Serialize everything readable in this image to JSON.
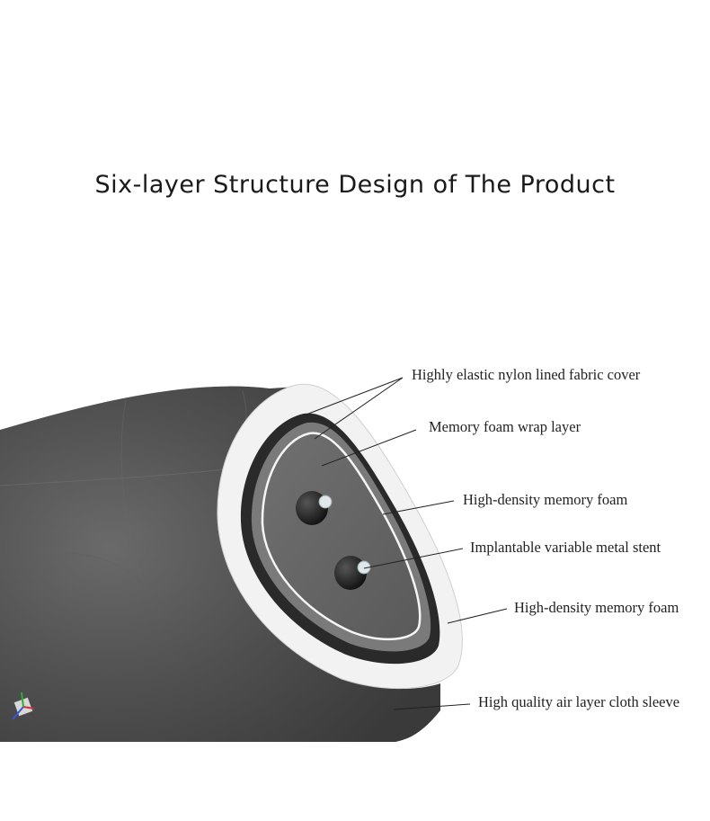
{
  "title": "Six-layer Structure Design of The Product",
  "layers": [
    {
      "label": "Highly elastic nylon lined fabric cover"
    },
    {
      "label": "Memory foam wrap layer"
    },
    {
      "label": "High-density memory foam"
    },
    {
      "label": "Implantable variable metal stent"
    },
    {
      "label": "High-density memory foam"
    },
    {
      "label": "High quality air layer cloth sleeve"
    }
  ]
}
